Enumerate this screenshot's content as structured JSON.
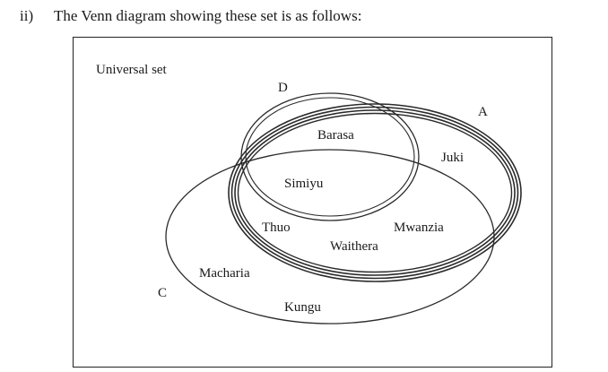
{
  "heading": {
    "number": "ii)",
    "text": "The Venn diagram showing these set is as follows:"
  },
  "diagram": {
    "universal_label": "Universal set",
    "sets": {
      "D": "D",
      "A": "A",
      "C": "C"
    },
    "members": {
      "barasa": "Barasa",
      "juki": "Juki",
      "simiyu": "Simiyu",
      "thuo": "Thuo",
      "mwanzia": "Mwanzia",
      "waithera": "Waithera",
      "macharia": "Macharia",
      "kungu": "Kungu"
    },
    "colors": {
      "line": "#2a2a2a",
      "text": "#1a1a1a"
    }
  }
}
